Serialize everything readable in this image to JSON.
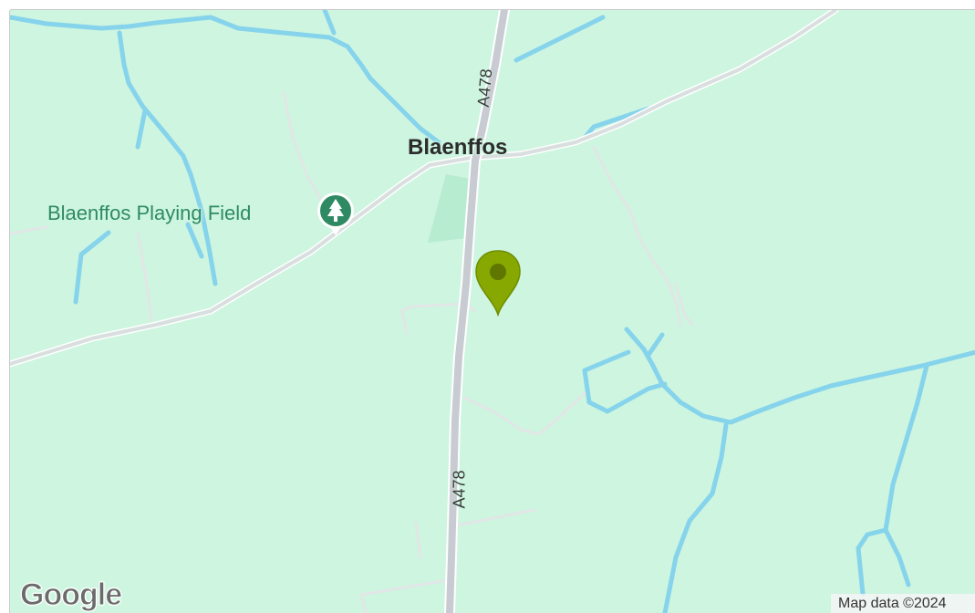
{
  "map": {
    "place_name": "Blaenffos",
    "poi": {
      "label": "Blaenffos Playing Field",
      "icon": "park-tree-icon",
      "color": "#2f8a63"
    },
    "road_labels": [
      "A478",
      "A478"
    ],
    "marker": {
      "icon": "location-pin-icon",
      "color": "#86a800"
    },
    "logo_text": "Google",
    "attribution": "Map data ©2024",
    "colors": {
      "land": "#cdf5e0",
      "water": "#86d3ec",
      "main_road": "#c8cbd1",
      "minor_road": "#e2e6e6"
    }
  }
}
